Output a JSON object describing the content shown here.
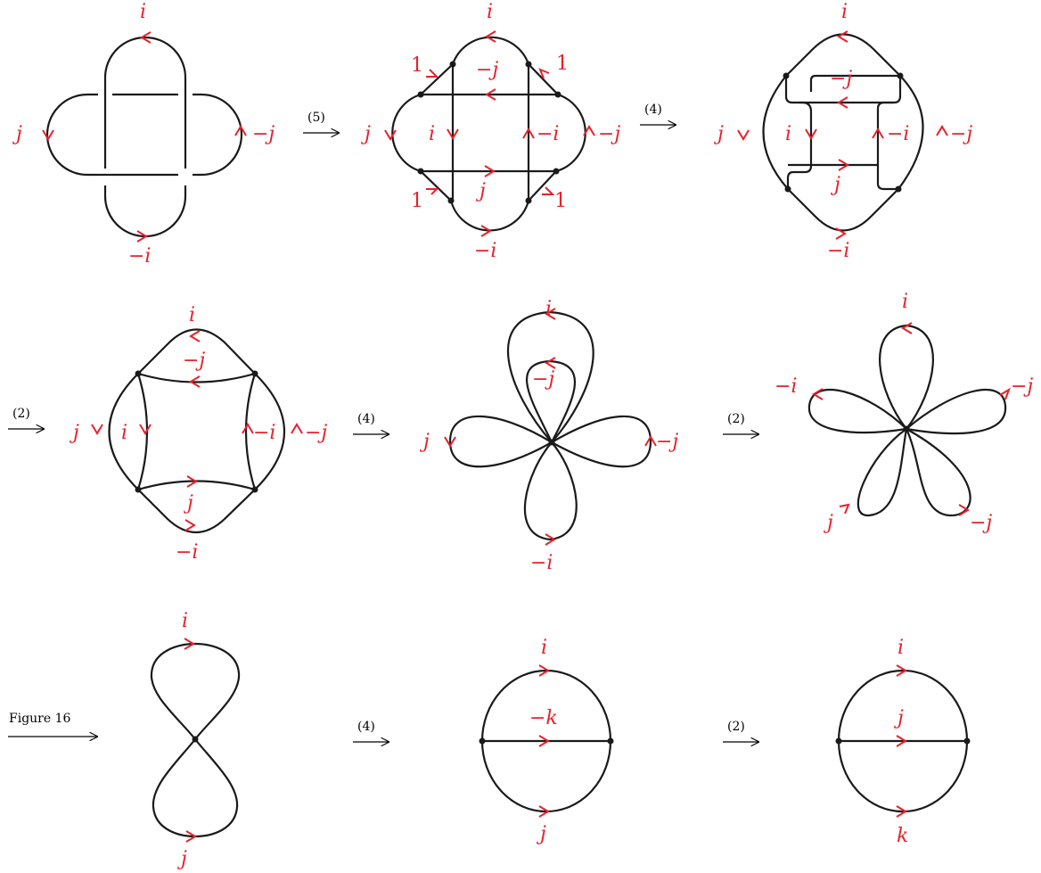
{
  "colors": {
    "curve": "#1a1a1a",
    "label": "#e8212b"
  },
  "steps": [
    "(5)",
    "(4)",
    "(2)",
    "(4)",
    "(2)",
    "Figure 16",
    "(4)",
    "(2)"
  ],
  "labels": {
    "d1": [
      "i",
      "j",
      "−j",
      "−i"
    ],
    "d2": [
      "i",
      "1",
      "1",
      "−j",
      "j",
      "i",
      "−i",
      "−j",
      "1",
      "j",
      "1",
      "−i"
    ],
    "d3": [
      "i",
      "−j",
      "j",
      "i",
      "−i",
      "−j",
      "j",
      "−i"
    ],
    "d4": [
      "i",
      "−j",
      "j",
      "i",
      "−i",
      "−j",
      "j",
      "−i"
    ],
    "d5": [
      "i",
      "−j",
      "j",
      "−j",
      "−i"
    ],
    "d6": [
      "i",
      "−i",
      "−j",
      "j",
      "−j"
    ],
    "d7": [
      "i",
      "j"
    ],
    "d8": [
      "i",
      "−k",
      "j"
    ],
    "d9": [
      "i",
      "j",
      "k"
    ]
  }
}
